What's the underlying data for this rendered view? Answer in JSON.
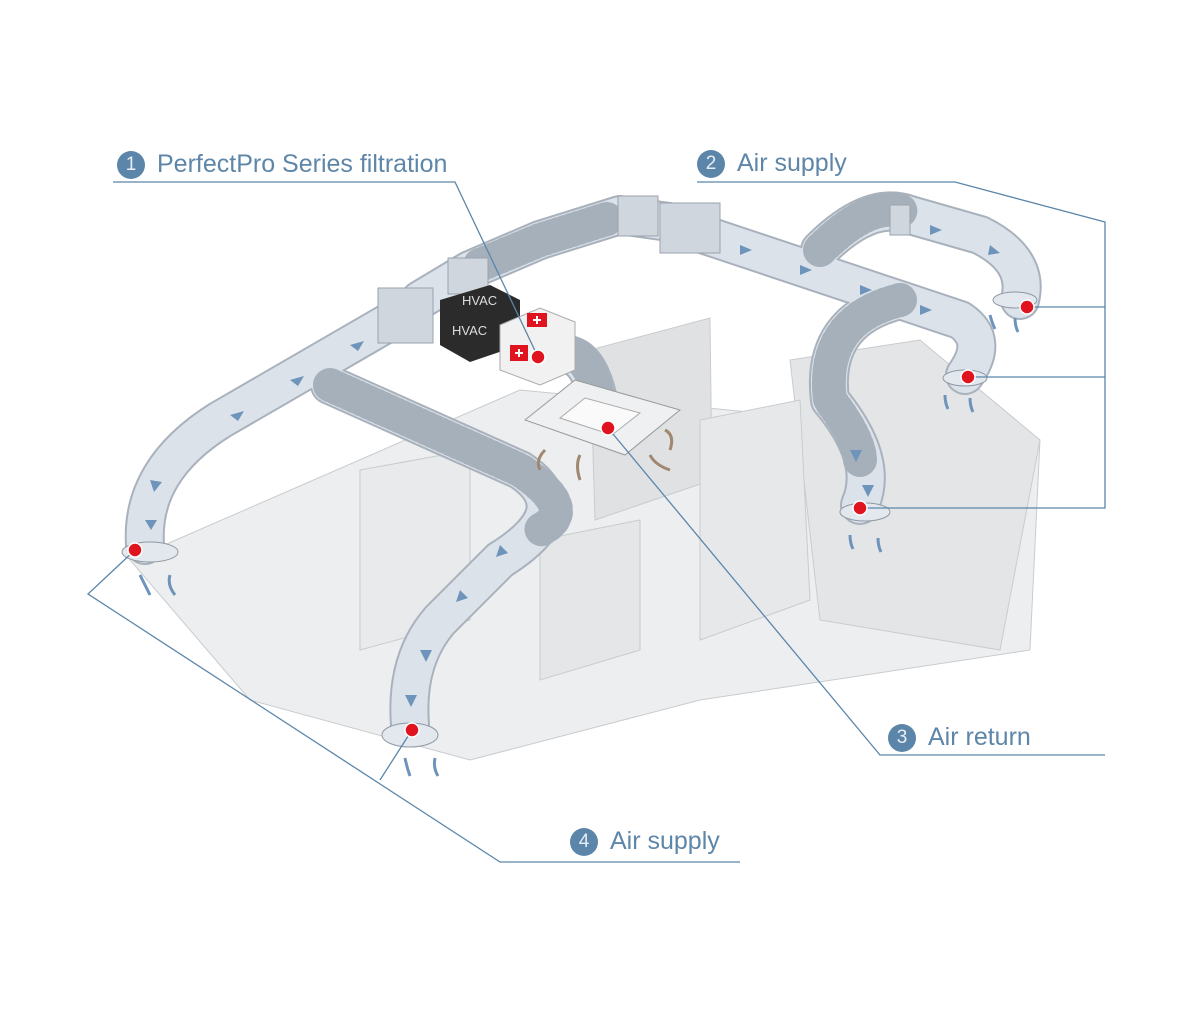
{
  "labels": [
    {
      "number": "1",
      "text": "PerfectPro Series filtration"
    },
    {
      "number": "2",
      "text": "Air supply"
    },
    {
      "number": "3",
      "text": "Air return"
    },
    {
      "number": "4",
      "text": "Air supply"
    }
  ],
  "unit_text": "HVAC",
  "colors": {
    "accent": "#5b86aa",
    "marker": "#e0141e",
    "duct": "#d6dde6",
    "arrow": "#6e94bb"
  }
}
